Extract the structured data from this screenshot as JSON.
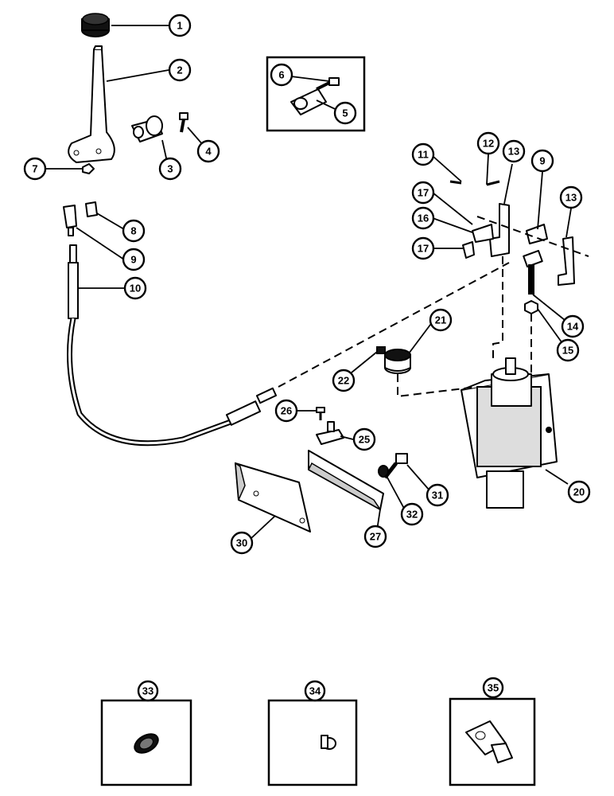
{
  "callouts": {
    "c1": "1",
    "c2": "2",
    "c3": "3",
    "c4": "4",
    "c5": "5",
    "c6": "6",
    "c7": "7",
    "c8": "8",
    "c9a": "9",
    "c9b": "9",
    "c10": "10",
    "c11": "11",
    "c12": "12",
    "c13a": "13",
    "c13b": "13",
    "c14": "14",
    "c15": "15",
    "c16": "16",
    "c17a": "17",
    "c17b": "17",
    "c20": "20",
    "c21": "21",
    "c22": "22",
    "c25": "25",
    "c26": "26",
    "c27": "27",
    "c30": "30",
    "c31": "31",
    "c32": "32",
    "c33": "33",
    "c34": "34",
    "c35": "35"
  }
}
